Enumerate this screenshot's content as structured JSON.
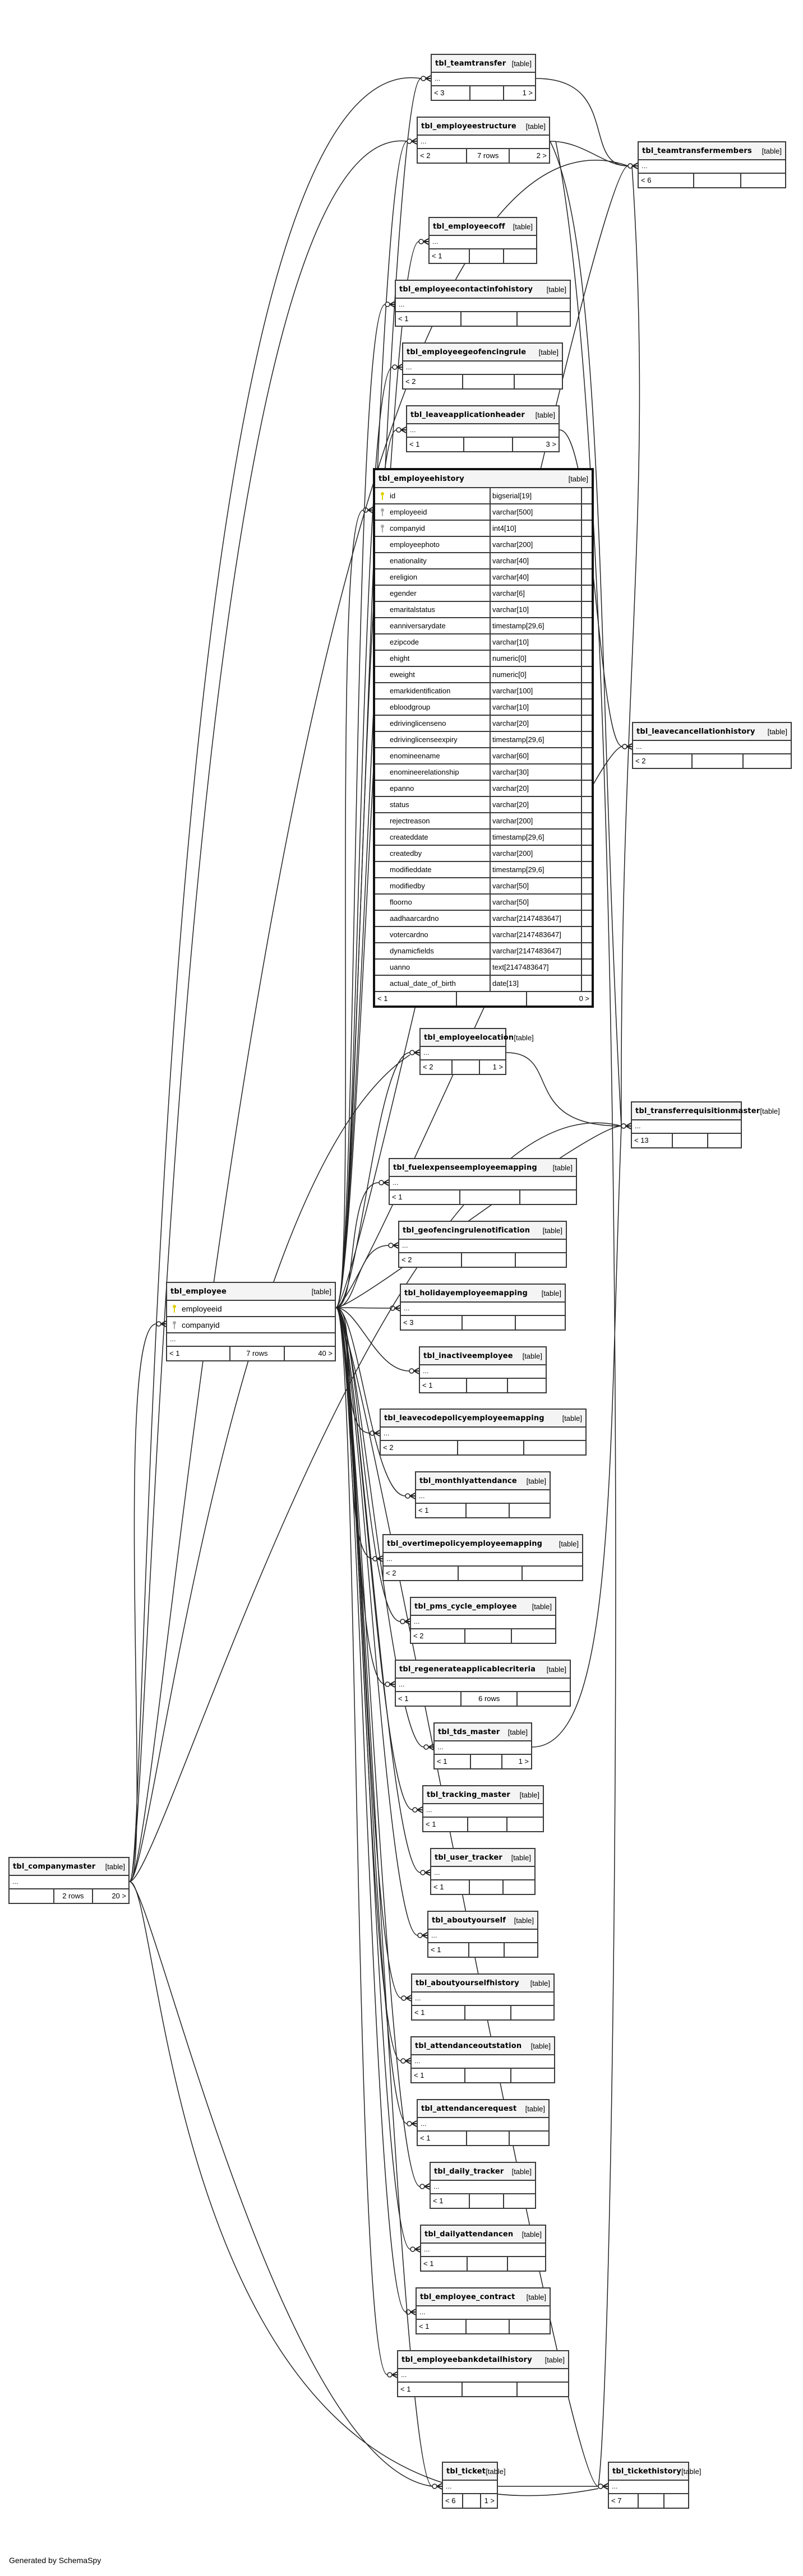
{
  "diagram": {
    "generator_credit": "Generated by SchemaSpy",
    "type_label": "[table]",
    "ellipsis": "...",
    "colors": {
      "primary_key": "#e0d000",
      "foreign_key": "#a8a8a8",
      "header_bg": "#f4f4f4",
      "border": "#3a3a3a"
    }
  },
  "tables": {
    "teamtransfer": {
      "name": "tbl_teamtransfer",
      "parents": "< 3",
      "rows": "",
      "children": "1 >"
    },
    "employeestructure": {
      "name": "tbl_employeestructure",
      "parents": "< 2",
      "rows": "7 rows",
      "children": "2 >"
    },
    "teamtransfermembers": {
      "name": "tbl_teamtransfermembers",
      "parents": "< 6",
      "rows": "",
      "children": ""
    },
    "employeecoff": {
      "name": "tbl_employeecoff",
      "parents": "< 1",
      "rows": "",
      "children": ""
    },
    "employeecontactinfohistory": {
      "name": "tbl_employeecontactinfohistory",
      "parents": "< 1",
      "rows": "",
      "children": ""
    },
    "employeegeofencingrule": {
      "name": "tbl_employeegeofencingrule",
      "parents": "< 2",
      "rows": "",
      "children": ""
    },
    "leaveapplicationheader": {
      "name": "tbl_leaveapplicationheader",
      "parents": "< 1",
      "rows": "",
      "children": "3 >"
    },
    "employeehistory": {
      "name": "tbl_employeehistory",
      "parents": "< 1",
      "rows": "",
      "children": "0 >",
      "columns": [
        {
          "name": "id",
          "type": "bigserial[19]",
          "key": "primary"
        },
        {
          "name": "employeeid",
          "type": "varchar[500]",
          "key": "foreign"
        },
        {
          "name": "companyid",
          "type": "int4[10]",
          "key": "foreign"
        },
        {
          "name": "employeephoto",
          "type": "varchar[200]",
          "key": ""
        },
        {
          "name": "enationality",
          "type": "varchar[40]",
          "key": ""
        },
        {
          "name": "ereligion",
          "type": "varchar[40]",
          "key": ""
        },
        {
          "name": "egender",
          "type": "varchar[6]",
          "key": ""
        },
        {
          "name": "emaritalstatus",
          "type": "varchar[10]",
          "key": ""
        },
        {
          "name": "eanniversarydate",
          "type": "timestamp[29,6]",
          "key": ""
        },
        {
          "name": "ezipcode",
          "type": "varchar[10]",
          "key": ""
        },
        {
          "name": "ehight",
          "type": "numeric[0]",
          "key": ""
        },
        {
          "name": "eweight",
          "type": "numeric[0]",
          "key": ""
        },
        {
          "name": "emarkidentification",
          "type": "varchar[100]",
          "key": ""
        },
        {
          "name": "ebloodgroup",
          "type": "varchar[10]",
          "key": ""
        },
        {
          "name": "edrivinglicenseno",
          "type": "varchar[20]",
          "key": ""
        },
        {
          "name": "edrivinglicenseexpiry",
          "type": "timestamp[29,6]",
          "key": ""
        },
        {
          "name": "enomineename",
          "type": "varchar[60]",
          "key": ""
        },
        {
          "name": "enomineerelationship",
          "type": "varchar[30]",
          "key": ""
        },
        {
          "name": "epanno",
          "type": "varchar[20]",
          "key": ""
        },
        {
          "name": "status",
          "type": "varchar[20]",
          "key": ""
        },
        {
          "name": "rejectreason",
          "type": "varchar[200]",
          "key": ""
        },
        {
          "name": "createddate",
          "type": "timestamp[29,6]",
          "key": ""
        },
        {
          "name": "createdby",
          "type": "varchar[200]",
          "key": ""
        },
        {
          "name": "modifieddate",
          "type": "timestamp[29,6]",
          "key": ""
        },
        {
          "name": "modifiedby",
          "type": "varchar[50]",
          "key": ""
        },
        {
          "name": "floorno",
          "type": "varchar[50]",
          "key": ""
        },
        {
          "name": "aadhaarcardno",
          "type": "varchar[2147483647]",
          "key": ""
        },
        {
          "name": "votercardno",
          "type": "varchar[2147483647]",
          "key": ""
        },
        {
          "name": "dynamicfields",
          "type": "varchar[2147483647]",
          "key": ""
        },
        {
          "name": "uanno",
          "type": "text[2147483647]",
          "key": ""
        },
        {
          "name": "actual_date_of_birth",
          "type": "date[13]",
          "key": ""
        }
      ]
    },
    "leavecancellationhistory": {
      "name": "tbl_leavecancellationhistory",
      "parents": "< 2",
      "rows": "",
      "children": ""
    },
    "employeelocation": {
      "name": "tbl_employeelocation",
      "parents": "< 2",
      "rows": "",
      "children": "1 >"
    },
    "transferrequisitionmaster": {
      "name": "tbl_transferrequisitionmaster",
      "parents": "< 13",
      "rows": "",
      "children": ""
    },
    "fuelexpenseemployeemapping": {
      "name": "tbl_fuelexpenseemployeemapping",
      "parents": "< 1",
      "rows": "",
      "children": ""
    },
    "geofencingrulenotification": {
      "name": "tbl_geofencingrulenotification",
      "parents": "< 2",
      "rows": "",
      "children": ""
    },
    "holidayemployeemapping": {
      "name": "tbl_holidayemployeemapping",
      "parents": "< 3",
      "rows": "",
      "children": ""
    },
    "inactiveemployee": {
      "name": "tbl_inactiveemployee",
      "parents": "< 1",
      "rows": "",
      "children": ""
    },
    "employee": {
      "name": "tbl_employee",
      "parents": "< 1",
      "rows": "7 rows",
      "children": "40 >",
      "columns": [
        {
          "name": "employeeid",
          "key": "primary"
        },
        {
          "name": "companyid",
          "key": "foreign"
        }
      ]
    },
    "leavecodepolicyemployeemapping": {
      "name": "tbl_leavecodepolicyemployeemapping",
      "parents": "< 2",
      "rows": "",
      "children": ""
    },
    "monthlyattendance": {
      "name": "tbl_monthlyattendance",
      "parents": "< 1",
      "rows": "",
      "children": ""
    },
    "overtimepolicyemployeemapping": {
      "name": "tbl_overtimepolicyemployeemapping",
      "parents": "< 2",
      "rows": "",
      "children": ""
    },
    "pms_cycle_employee": {
      "name": "tbl_pms_cycle_employee",
      "parents": "< 2",
      "rows": "",
      "children": ""
    },
    "regenerateapplicablecriteria": {
      "name": "tbl_regenerateapplicablecriteria",
      "parents": "< 1",
      "rows": "6 rows",
      "children": ""
    },
    "tds_master": {
      "name": "tbl_tds_master",
      "parents": "< 1",
      "rows": "",
      "children": "1 >"
    },
    "tracking_master": {
      "name": "tbl_tracking_master",
      "parents": "< 1",
      "rows": "",
      "children": ""
    },
    "user_tracker": {
      "name": "tbl_user_tracker",
      "parents": "< 1",
      "rows": "",
      "children": ""
    },
    "aboutyourself": {
      "name": "tbl_aboutyourself",
      "parents": "< 1",
      "rows": "",
      "children": ""
    },
    "aboutyourselfhistory": {
      "name": "tbl_aboutyourselfhistory",
      "parents": "< 1",
      "rows": "",
      "children": ""
    },
    "attendanceoutstation": {
      "name": "tbl_attendanceoutstation",
      "parents": "< 1",
      "rows": "",
      "children": ""
    },
    "attendancerequest": {
      "name": "tbl_attendancerequest",
      "parents": "< 1",
      "rows": "",
      "children": ""
    },
    "daily_tracker": {
      "name": "tbl_daily_tracker",
      "parents": "< 1",
      "rows": "",
      "children": ""
    },
    "dailyattendancen": {
      "name": "tbl_dailyattendancen",
      "parents": "< 1",
      "rows": "",
      "children": ""
    },
    "employee_contract": {
      "name": "tbl_employee_contract",
      "parents": "< 1",
      "rows": "",
      "children": ""
    },
    "employeebankdetailhistory": {
      "name": "tbl_employeebankdetailhistory",
      "parents": "< 1",
      "rows": "",
      "children": ""
    },
    "ticket": {
      "name": "tbl_ticket",
      "parents": "< 6",
      "rows": "",
      "children": "1 >"
    },
    "tickethistory": {
      "name": "tbl_tickethistory",
      "parents": "< 7",
      "rows": "",
      "children": ""
    },
    "companymaster": {
      "name": "tbl_companymaster",
      "parents": "",
      "rows": "2 rows",
      "children": "20 >"
    }
  }
}
